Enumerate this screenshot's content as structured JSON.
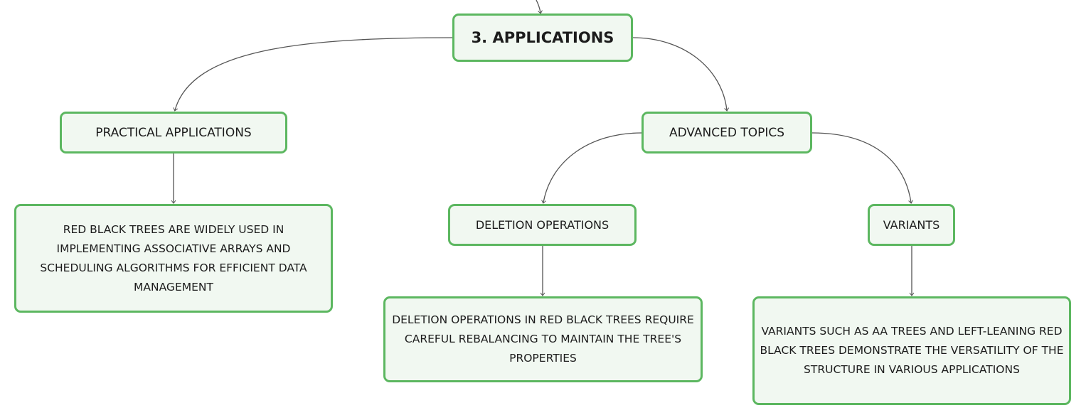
{
  "root": {
    "label": "3. APPLICATIONS"
  },
  "practical": {
    "label": "PRACTICAL APPLICATIONS",
    "description": "RED BLACK TREES ARE WIDELY USED IN IMPLEMENTING ASSOCIATIVE ARRAYS AND SCHEDULING ALGORITHMS FOR EFFICIENT DATA MANAGEMENT"
  },
  "advanced": {
    "label": "ADVANCED TOPICS"
  },
  "deletion": {
    "label": "DELETION OPERATIONS",
    "description": "DELETION OPERATIONS IN RED BLACK TREES REQUIRE CAREFUL REBALANCING TO MAINTAIN THE TREE'S PROPERTIES"
  },
  "variants": {
    "label": "VARIANTS",
    "description": "VARIANTS SUCH AS AA TREES AND LEFT-LEANING RED BLACK TREES DEMONSTRATE THE VERSATILITY OF THE STRUCTURE IN VARIOUS APPLICATIONS"
  },
  "colors": {
    "node_border": "#5cb760",
    "node_fill": "#f1f8f1",
    "connector": "#555555",
    "text": "#1c1c1c"
  }
}
